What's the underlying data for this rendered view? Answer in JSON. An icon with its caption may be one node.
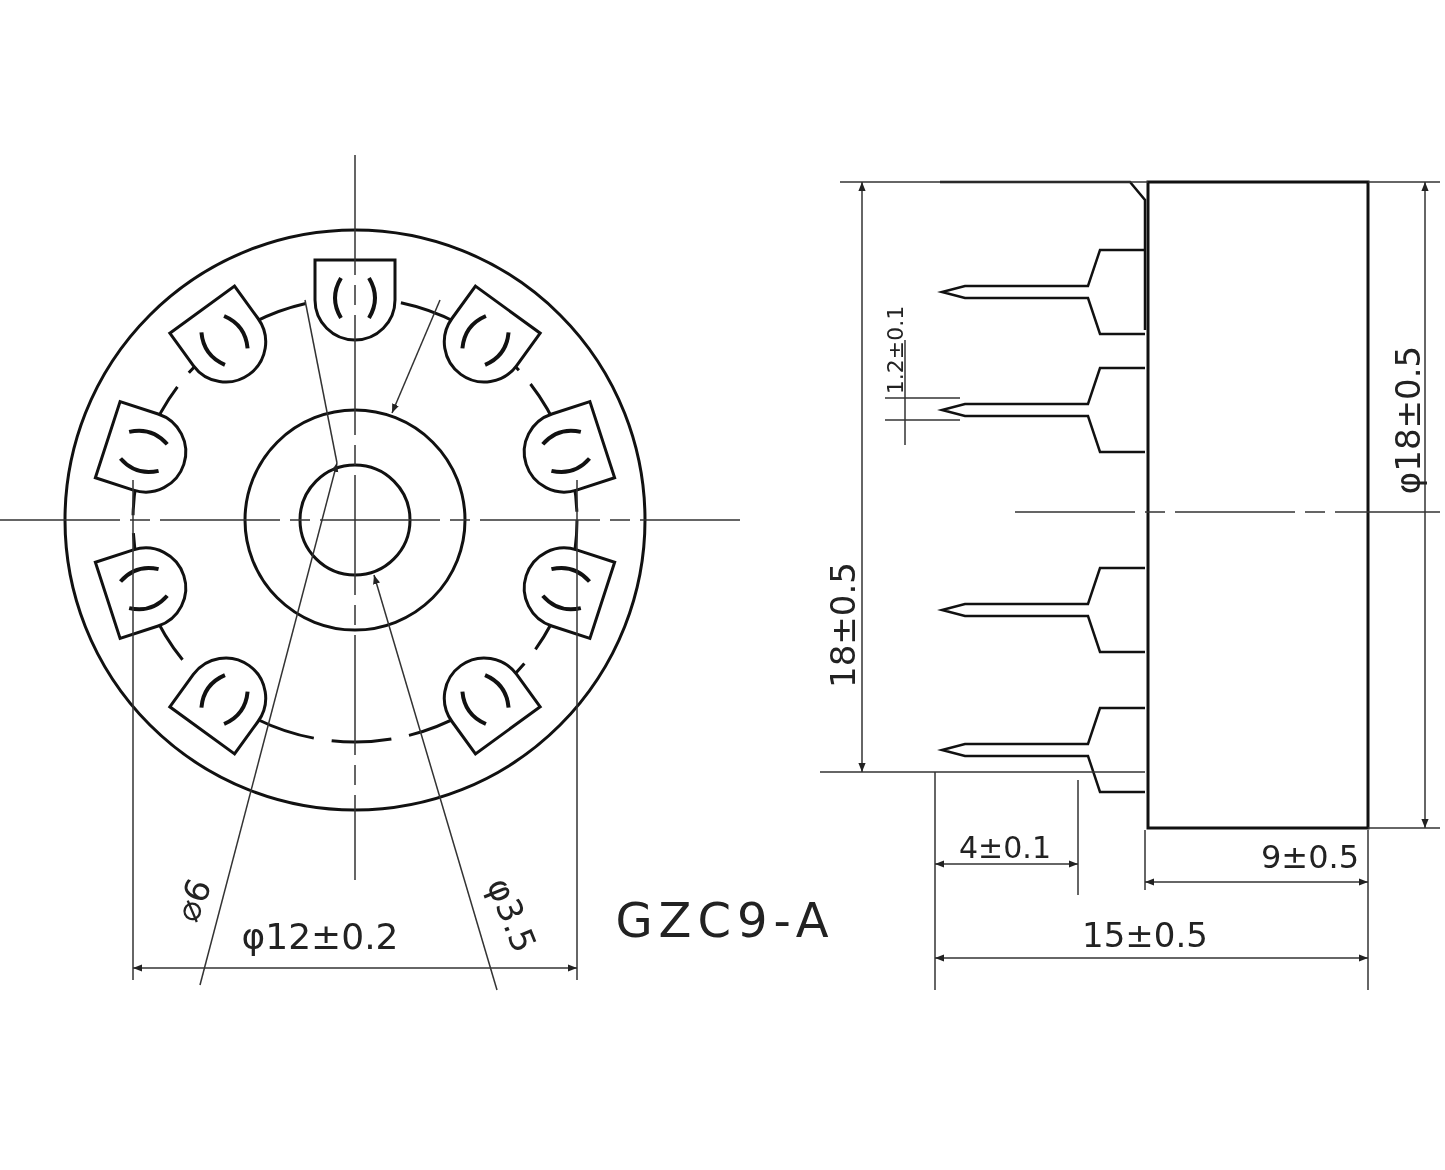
{
  "diagram": {
    "labels": [
      "1.2±0.1",
      "φ18±0.5",
      "18±0.5",
      "4±0.1",
      "9±0.5",
      "⌀6",
      "GZC9-A",
      "φ12±0.2",
      "φ3.5",
      "15±0.5"
    ]
  }
}
